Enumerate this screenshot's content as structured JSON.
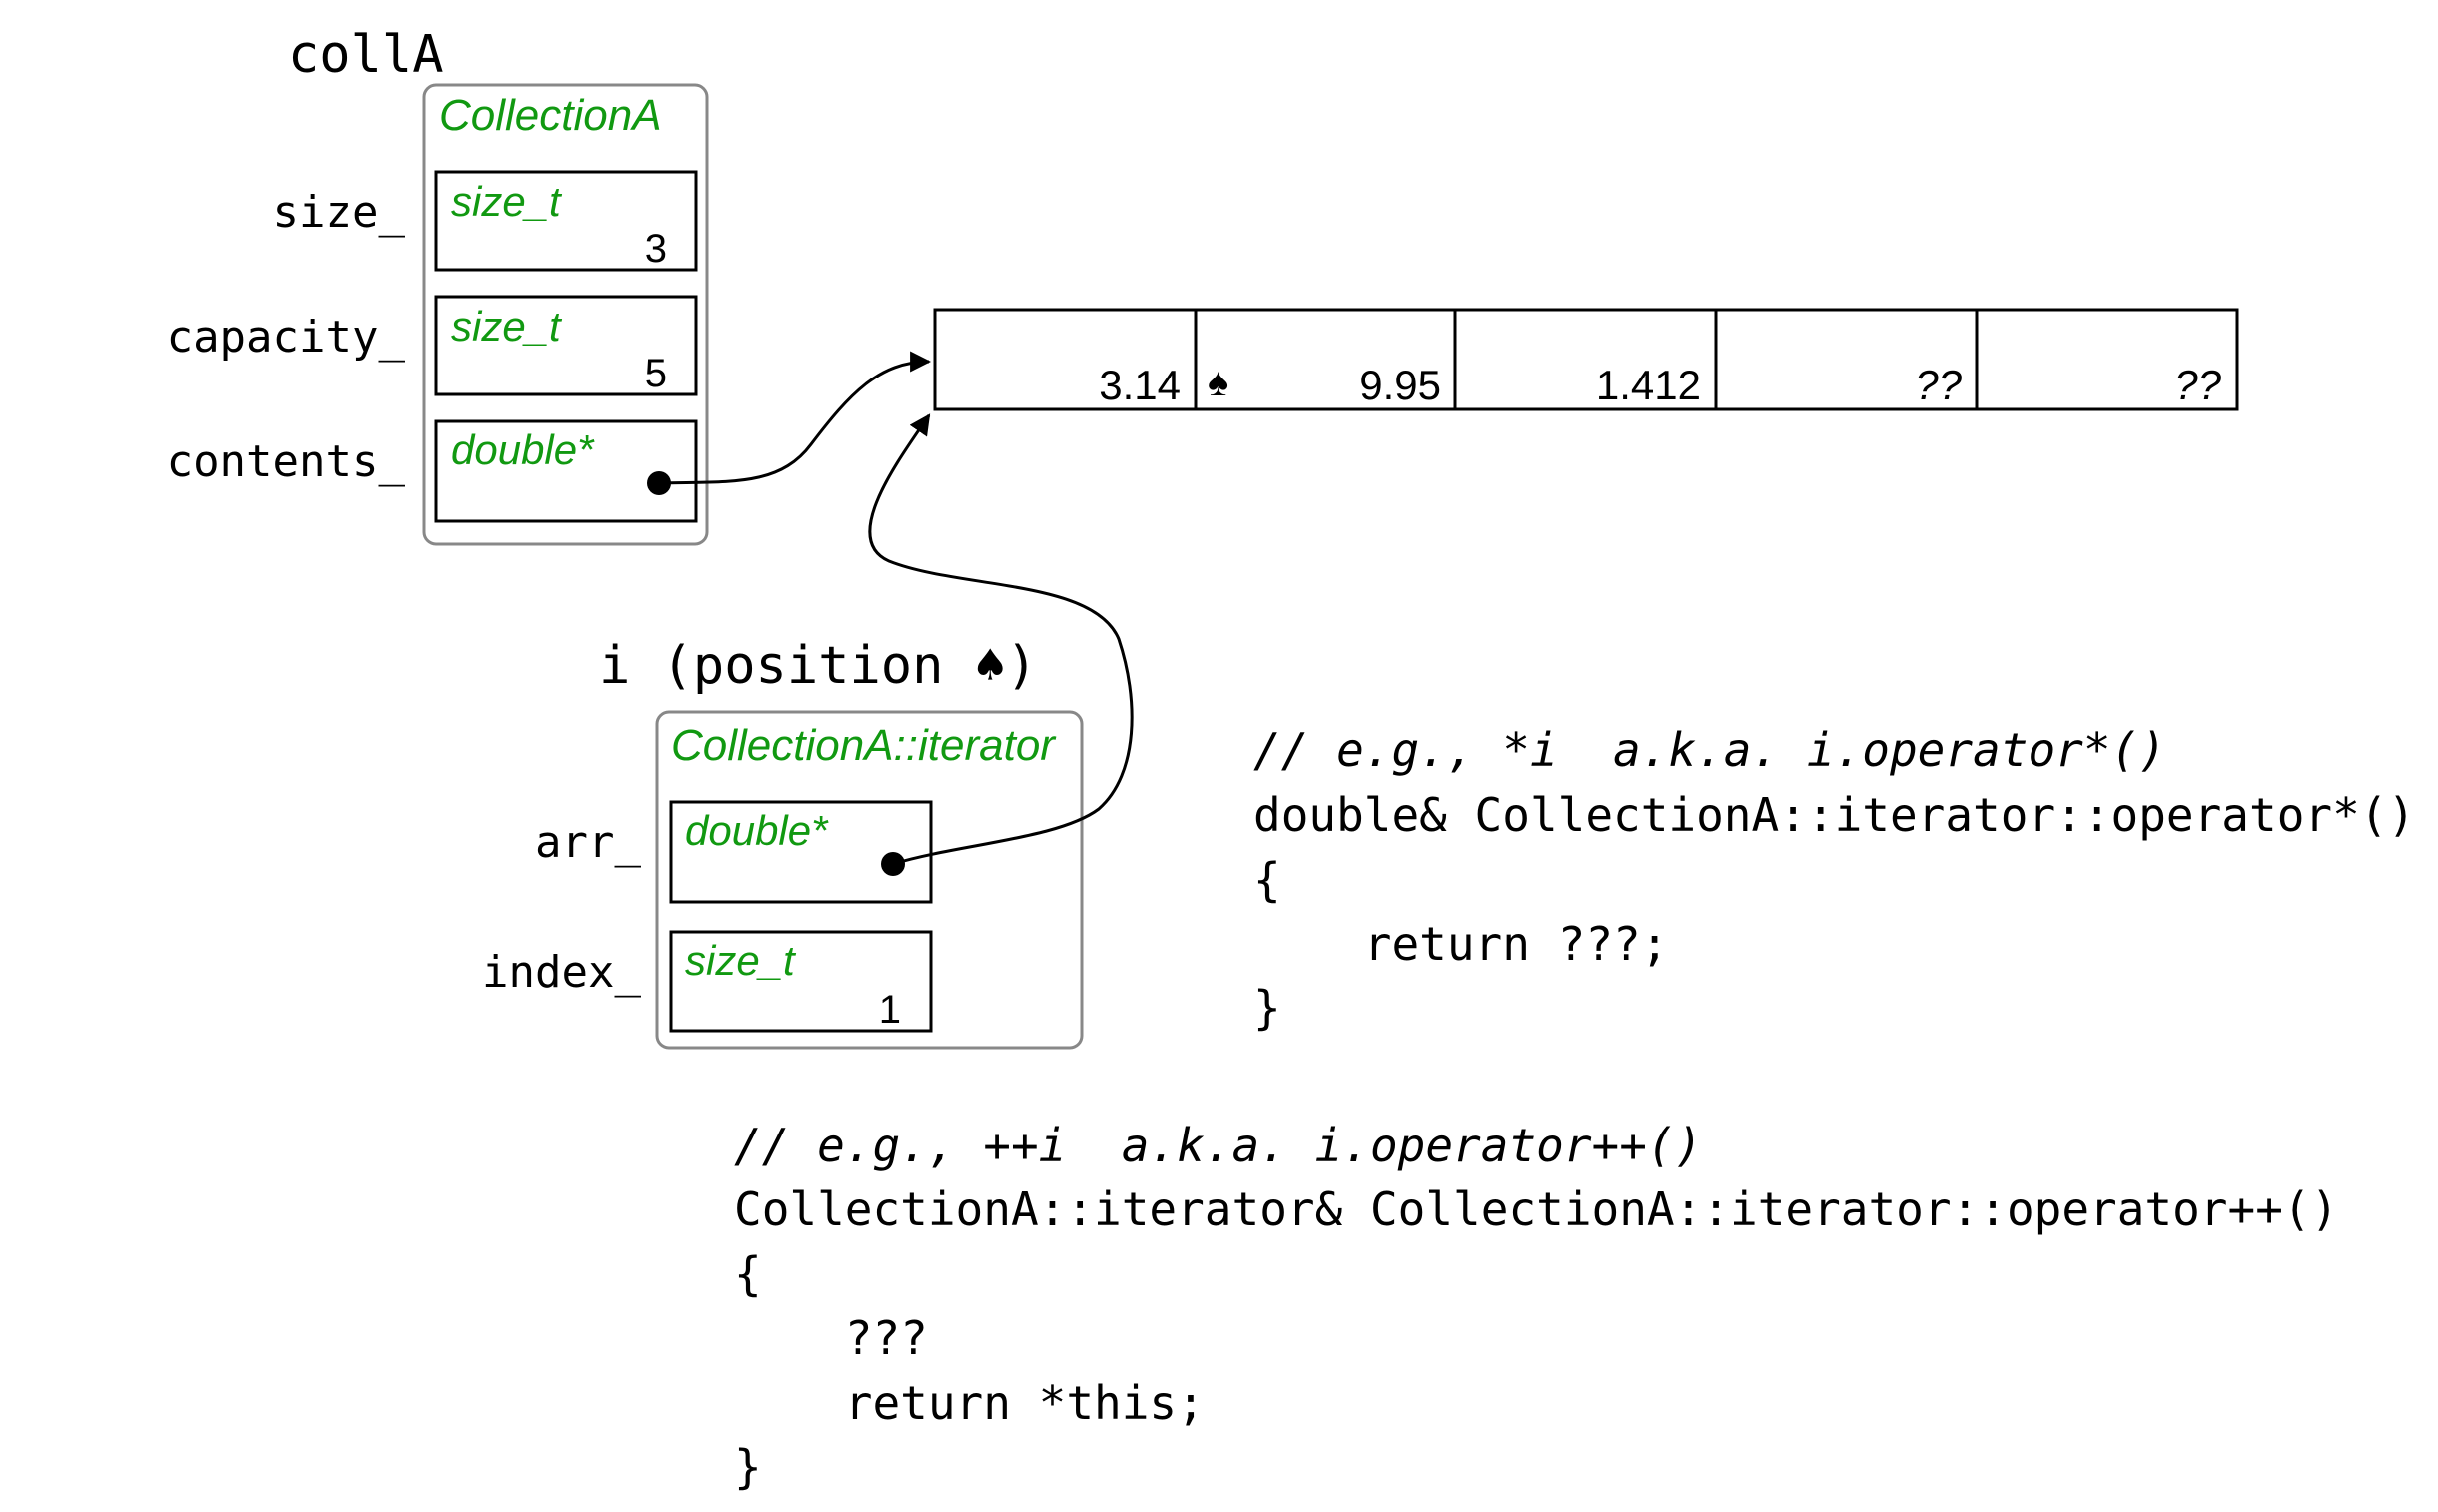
{
  "collA": {
    "var_name": "collA",
    "class_name": "CollectionA",
    "fields": [
      {
        "name": "size_",
        "type": "size_t",
        "value": "3"
      },
      {
        "name": "capacity_",
        "type": "size_t",
        "value": "5"
      },
      {
        "name": "contents_",
        "type": "double*",
        "value": ""
      }
    ]
  },
  "array": {
    "cells": [
      "3.14",
      "9.95",
      "1.412",
      "??",
      "??"
    ],
    "marker": "♠"
  },
  "iterator": {
    "var_name": "i (position ♠)",
    "class_name": "CollectionA::iterator",
    "fields": [
      {
        "name": "arr_",
        "type": "double*",
        "value": ""
      },
      {
        "name": "index_",
        "type": "size_t",
        "value": "1"
      }
    ]
  },
  "code_deref": [
    "// e.g., *i  a.k.a. i.operator*()",
    "double& CollectionA::iterator::operator*()",
    "{",
    "    return ???;",
    "}"
  ],
  "code_incr": [
    "// e.g., ++i  a.k.a. i.operator++()",
    "CollectionA::iterator& CollectionA::iterator::operator++()",
    "{",
    "    ???",
    "    return *this;",
    "}"
  ],
  "colors": {
    "type_label": "#119911",
    "outer_box": "#888888"
  }
}
